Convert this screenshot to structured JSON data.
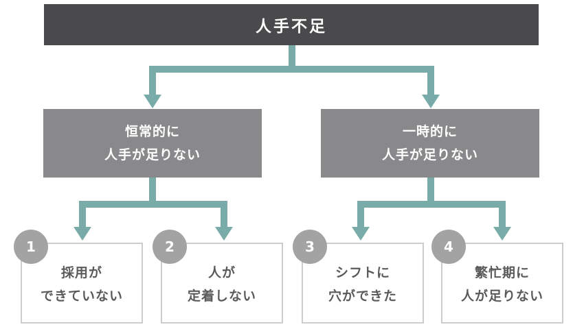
{
  "colors": {
    "root_fill": "#4a4a4c",
    "mid_fill": "#89898b",
    "connector": "#79aca8",
    "badge_fill": "#a3a3a3",
    "leaf_border": "#cccccc",
    "leaf_text": "#5a5a5a"
  },
  "root": {
    "label": "人手不足"
  },
  "categories": [
    {
      "line1": "恒常的に",
      "line2": "人手が足りない"
    },
    {
      "line1": "一時的に",
      "line2": "人手が足りない"
    }
  ],
  "causes": [
    {
      "number": "1",
      "line1": "採用が",
      "line2": "できていない"
    },
    {
      "number": "2",
      "line1": "人が",
      "line2": "定着しない"
    },
    {
      "number": "3",
      "line1": "シフトに",
      "line2": "穴ができた"
    },
    {
      "number": "4",
      "line1": "繁忙期に",
      "line2": "人が足りない"
    }
  ]
}
